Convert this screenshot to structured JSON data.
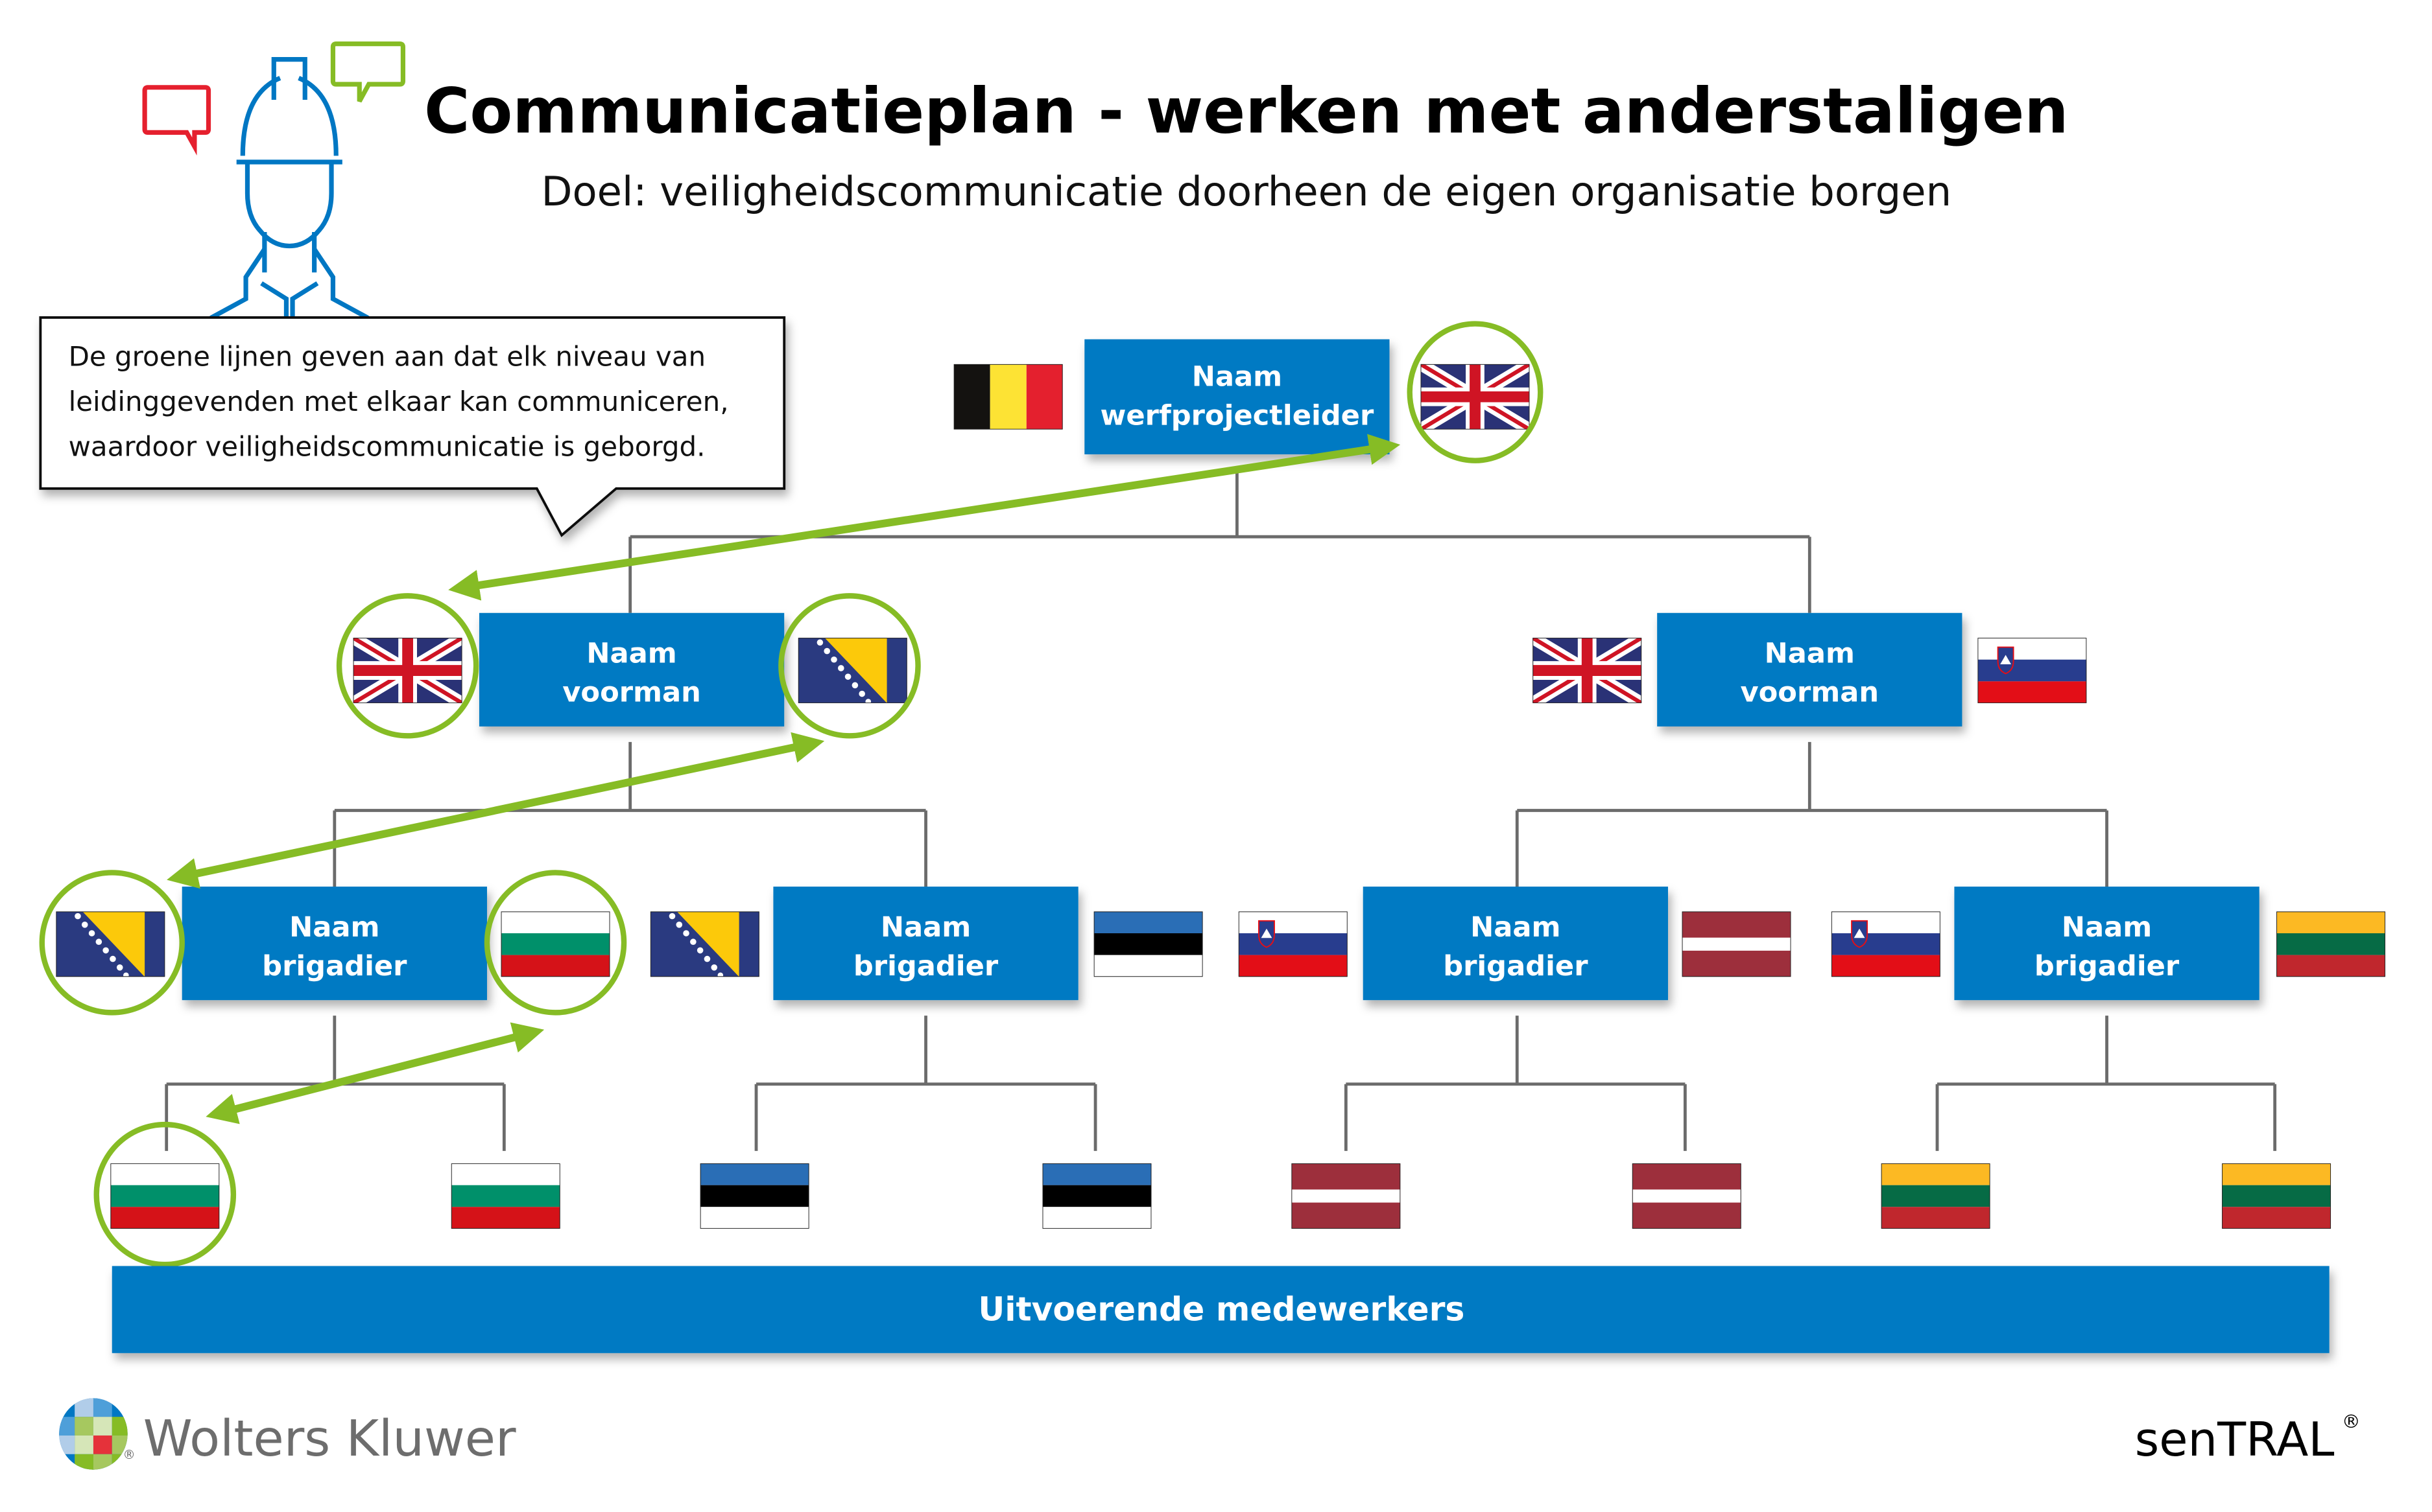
{
  "header": {
    "title": "Communicatieplan - werken met anderstaligen",
    "subtitle": "Doel: veiligheidscommunicatie doorheen de eigen organisatie borgen",
    "icon": "construction-worker-speech-icon"
  },
  "note": {
    "lines": [
      "De groene lijnen geven aan dat elk niveau van",
      "leidinggevenden met elkaar kan communiceren,",
      "waardoor veiligheidscommunicatie is geborgd."
    ]
  },
  "org": {
    "top": {
      "line1": "Naam",
      "line2": "werfprojectleider",
      "flags": [
        "belgium",
        "united-kingdom"
      ]
    },
    "voormannen": [
      {
        "line1": "Naam",
        "line2": "voorman",
        "flags": [
          "united-kingdom",
          "bosnia-herzegovina"
        ]
      },
      {
        "line1": "Naam",
        "line2": "voorman",
        "flags": [
          "united-kingdom",
          "slovenia"
        ]
      }
    ],
    "brigadiers": [
      {
        "line1": "Naam",
        "line2": "brigadier",
        "flags": [
          "bosnia-herzegovina",
          "bulgaria"
        ],
        "workers": [
          "bulgaria",
          "bulgaria"
        ]
      },
      {
        "line1": "Naam",
        "line2": "brigadier",
        "flags": [
          "bosnia-herzegovina",
          "estonia"
        ],
        "workers": [
          "estonia",
          "estonia"
        ]
      },
      {
        "line1": "Naam",
        "line2": "brigadier",
        "flags": [
          "slovenia",
          "latvia"
        ],
        "workers": [
          "latvia",
          "latvia"
        ]
      },
      {
        "line1": "Naam",
        "line2": "brigadier",
        "flags": [
          "slovenia",
          "lithuania"
        ],
        "workers": [
          "lithuania",
          "lithuania"
        ]
      }
    ],
    "bottom_bar": "Uitvoerende medewerkers"
  },
  "footer": {
    "left_logo": "Wolters Kluwer",
    "right_logo": "senTRAL",
    "registered": "®"
  },
  "colors": {
    "node_blue": "#007ac3",
    "green_accent": "#86bc25",
    "red_accent": "#e5202e",
    "connector_gray": "#6b6b6b"
  }
}
